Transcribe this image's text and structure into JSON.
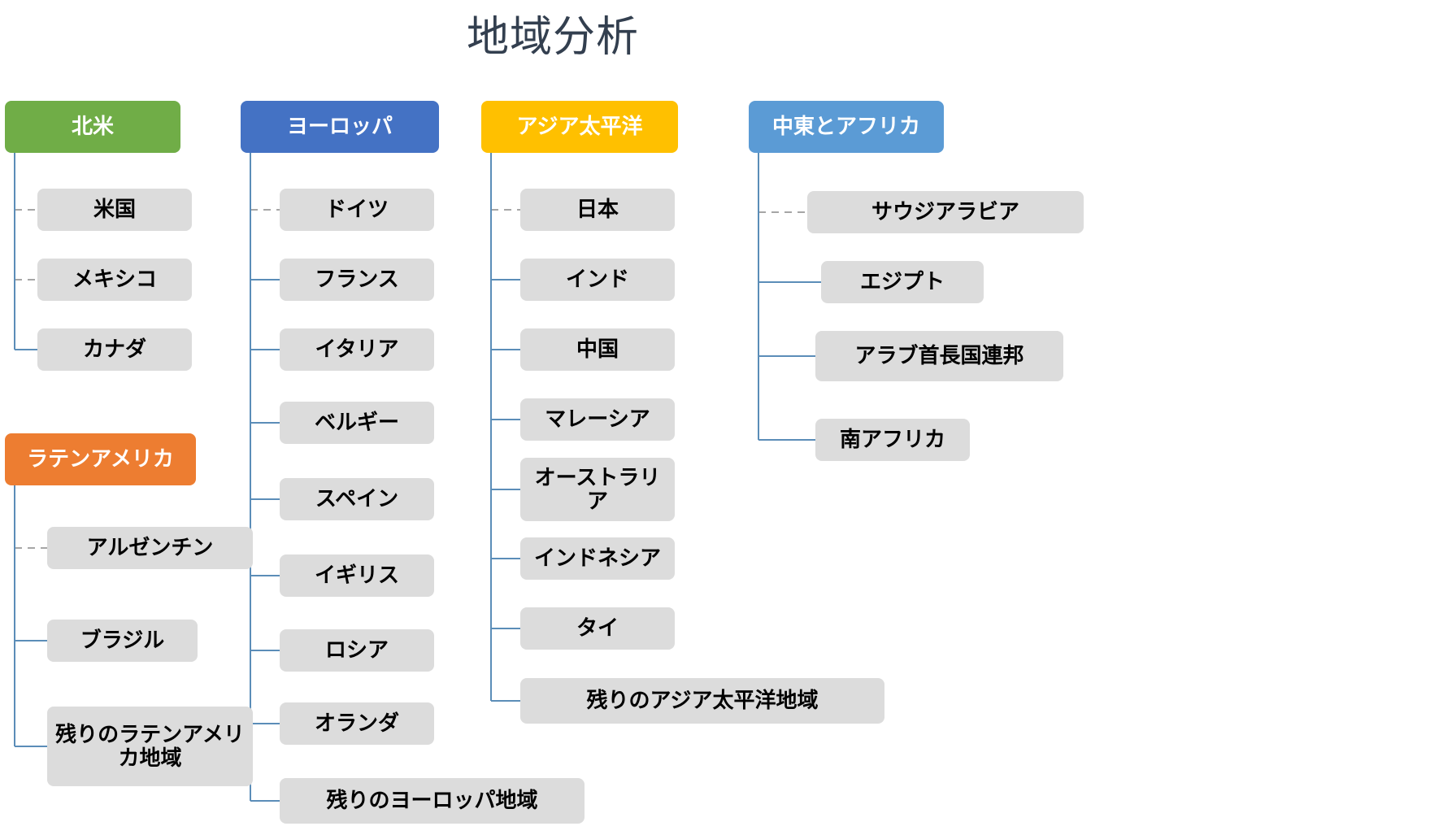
{
  "title": "地域分析",
  "colors": {
    "title_text": "#333F4F",
    "north_america": "#70AD47",
    "europe": "#4472C4",
    "asia_pacific": "#FFC000",
    "middle_east_africa": "#5B9BD5",
    "latin_america": "#ED7D31",
    "leaf_bg": "#DCDCDC",
    "leaf_text": "#000000",
    "connector_solid": "#5B8DB8",
    "connector_dashed": "#A6A6A6"
  },
  "branches": [
    {
      "id": "north-america",
      "root_label": "北米",
      "color": "#70AD47",
      "children": [
        {
          "label": "米国",
          "connector": "dashed"
        },
        {
          "label": "メキシコ",
          "connector": "dashed"
        },
        {
          "label": "カナダ",
          "connector": "solid"
        }
      ]
    },
    {
      "id": "latin-america",
      "root_label": "ラテンアメリカ",
      "color": "#ED7D31",
      "children": [
        {
          "label": "アルゼンチン",
          "connector": "dashed"
        },
        {
          "label": "ブラジル",
          "connector": "solid"
        },
        {
          "label": "残りのラテンアメリカ地域",
          "connector": "solid"
        }
      ]
    },
    {
      "id": "europe",
      "root_label": "ヨーロッパ",
      "color": "#4472C4",
      "children": [
        {
          "label": "ドイツ",
          "connector": "dashed"
        },
        {
          "label": "フランス",
          "connector": "solid"
        },
        {
          "label": "イタリア",
          "connector": "solid"
        },
        {
          "label": "ベルギー",
          "connector": "solid"
        },
        {
          "label": "スペイン",
          "connector": "solid"
        },
        {
          "label": "イギリス",
          "connector": "solid"
        },
        {
          "label": "ロシア",
          "connector": "solid"
        },
        {
          "label": "オランダ",
          "connector": "solid"
        },
        {
          "label": "残りのヨーロッパ地域",
          "connector": "solid"
        }
      ]
    },
    {
      "id": "asia-pacific",
      "root_label": "アジア太平洋",
      "color": "#FFC000",
      "children": [
        {
          "label": "日本",
          "connector": "dashed"
        },
        {
          "label": "インド",
          "connector": "solid"
        },
        {
          "label": "中国",
          "connector": "solid"
        },
        {
          "label": "マレーシア",
          "connector": "solid"
        },
        {
          "label": "オーストラリア",
          "connector": "solid"
        },
        {
          "label": "インドネシア",
          "connector": "solid"
        },
        {
          "label": "タイ",
          "connector": "solid"
        },
        {
          "label": "残りのアジア太平洋地域",
          "connector": "solid"
        }
      ]
    },
    {
      "id": "middle-east-africa",
      "root_label": "中東とアフリカ",
      "color": "#5B9BD5",
      "children": [
        {
          "label": "サウジアラビア",
          "connector": "dashed"
        },
        {
          "label": "エジプト",
          "connector": "solid"
        },
        {
          "label": "アラブ首長国連邦",
          "connector": "solid"
        },
        {
          "label": "南アフリカ",
          "connector": "solid"
        }
      ]
    }
  ]
}
